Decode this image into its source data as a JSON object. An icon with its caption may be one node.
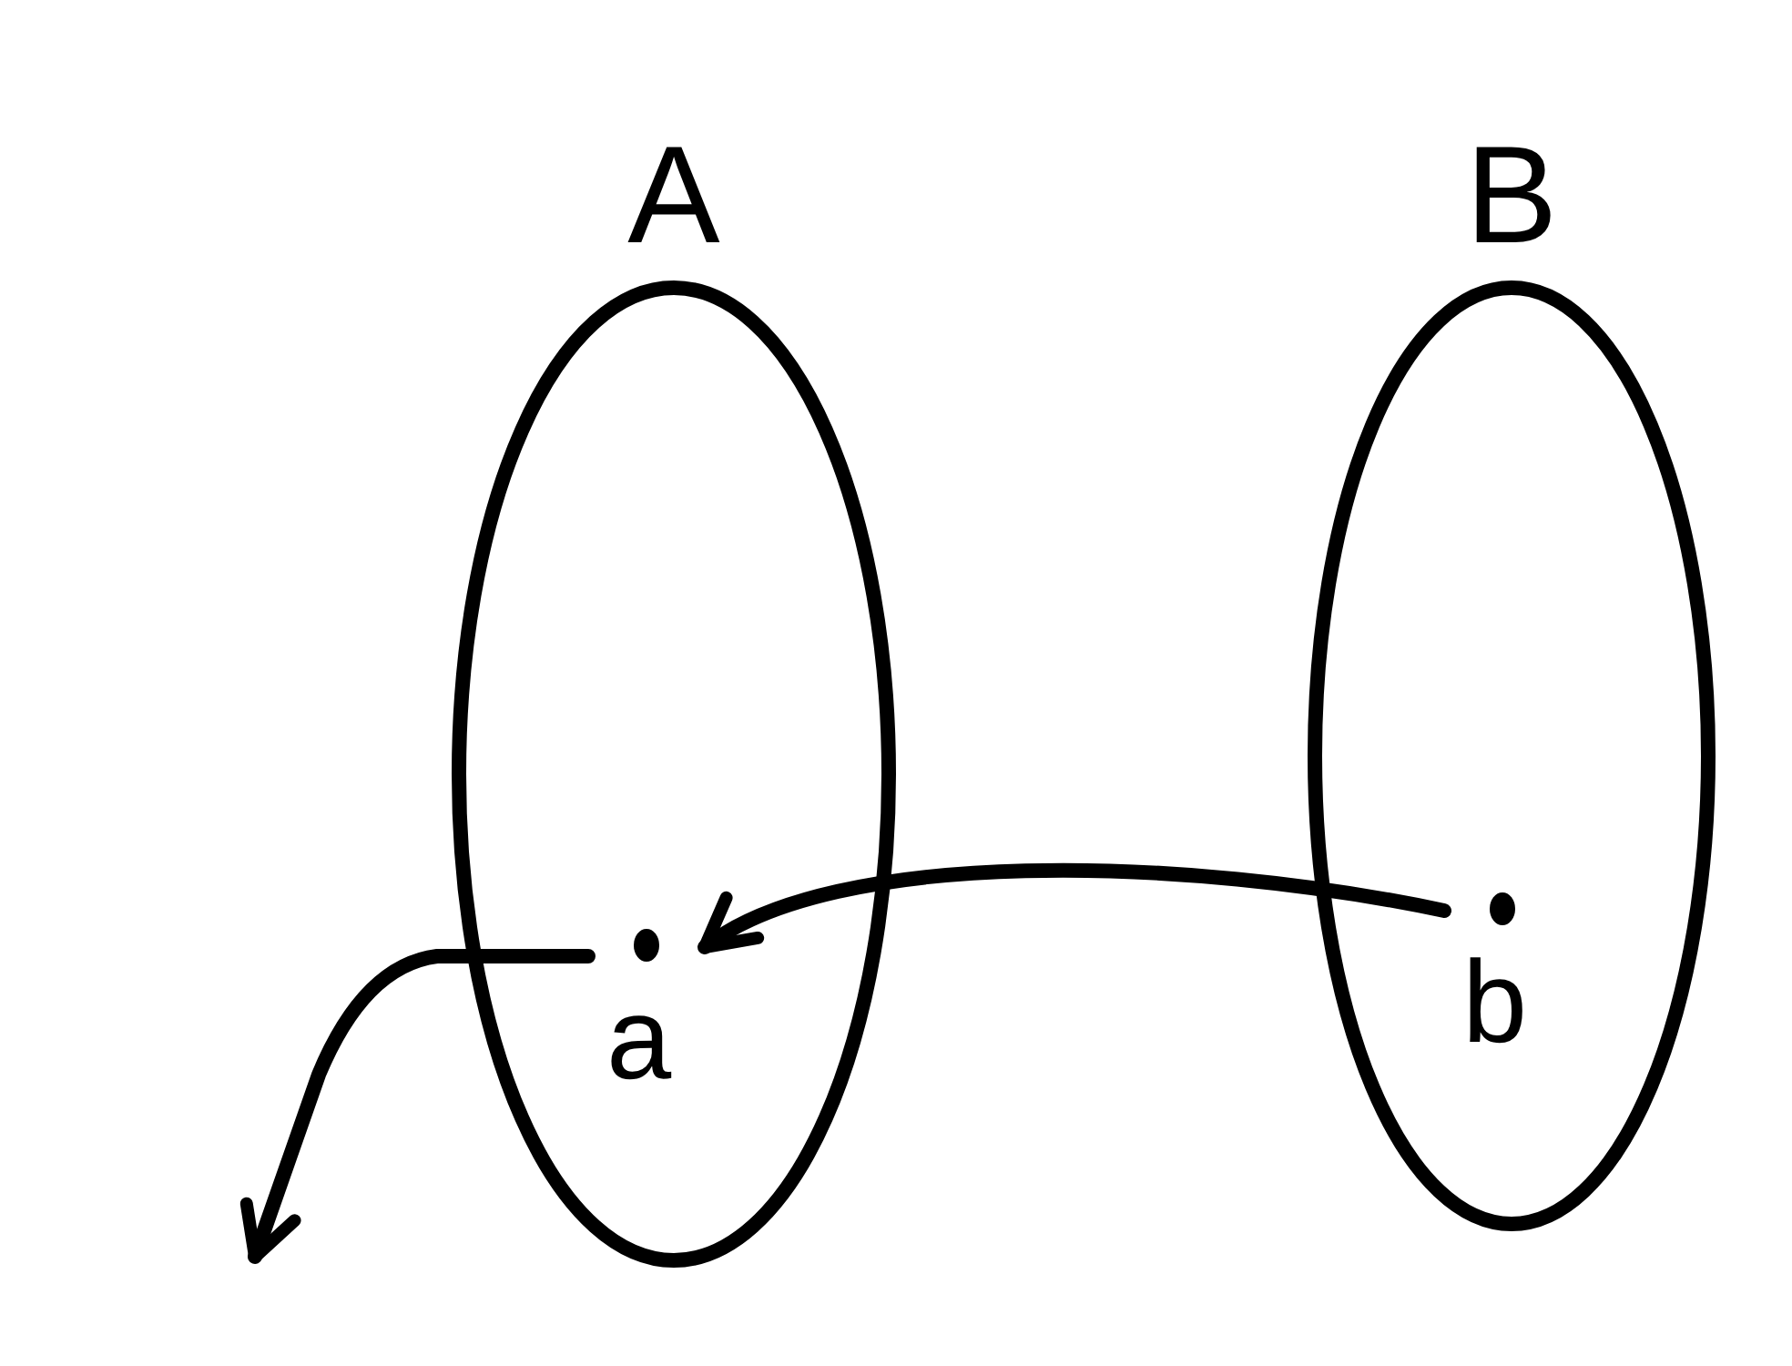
{
  "diagram": {
    "nodes": [
      {
        "text": [
          "A"
        ]
      },
      {
        "text": [
          "B"
        ]
      },
      {
        "text": [
          "a"
        ],
        "in": 0
      },
      {
        "text": [
          "b"
        ],
        "in": 1
      }
    ],
    "edges": [
      {
        "from": 3,
        "to": 2,
        "arrow": "to"
      },
      {
        "from": 2,
        "to": null,
        "arrow": "to"
      }
    ]
  }
}
